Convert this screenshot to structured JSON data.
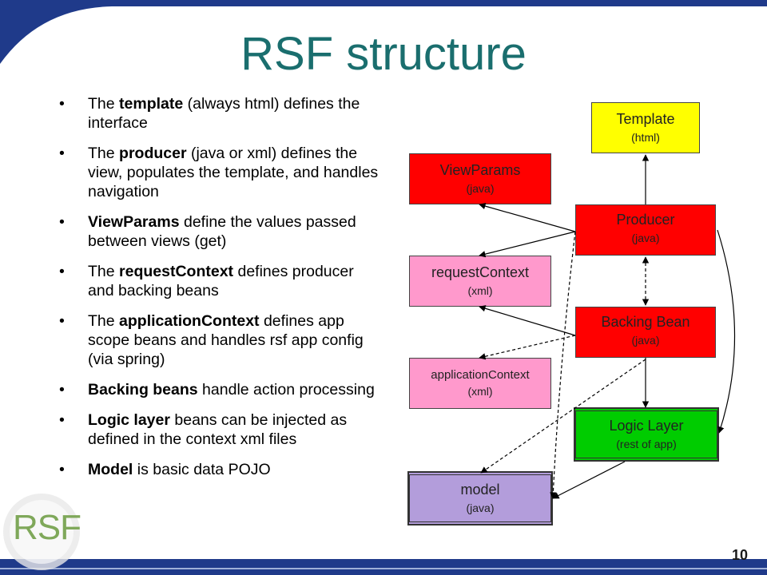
{
  "slide": {
    "title": "RSF structure",
    "page_number": "10",
    "logo_text": "RSF"
  },
  "colors": {
    "frame": "#1f3a8a",
    "title": "#1a6e6e",
    "template": "#ffff00",
    "red": "#ff0000",
    "pink": "#ff99cc",
    "green": "#00cc00",
    "violet": "#b39ddb"
  },
  "bullets": [
    {
      "bold": "",
      "pre": "The ",
      "bold_mid": "template",
      "rest": " (always html) defines the interface"
    },
    {
      "pre": "The ",
      "bold_mid": "producer",
      "rest": " (java or xml) defines the view, populates the template, and handles navigation"
    },
    {
      "pre": "",
      "bold_mid": "ViewParams",
      "rest": " define the values passed between views (get)"
    },
    {
      "pre": "The ",
      "bold_mid": "requestContext",
      "rest": " defines producer and backing beans"
    },
    {
      "pre": "The ",
      "bold_mid": "applicationContext",
      "rest": " defines app scope beans and handles rsf app config (via spring)"
    },
    {
      "pre": "",
      "bold_mid": "Backing beans",
      "rest": " handle action processing"
    },
    {
      "pre": "",
      "bold_mid": "Logic layer",
      "rest": " beans can be injected as defined in the context xml files"
    },
    {
      "pre": "",
      "bold_mid": "Model",
      "rest": " is basic data POJO"
    }
  ],
  "diagram": {
    "template": {
      "title": "Template",
      "sub": "(html)"
    },
    "viewparams": {
      "title": "ViewParams",
      "sub": "(java)"
    },
    "producer": {
      "title": "Producer",
      "sub": "(java)"
    },
    "requestcontext": {
      "title": "requestContext",
      "sub": "(xml)"
    },
    "backingbean": {
      "title": "Backing Bean",
      "sub": "(java)"
    },
    "applicationcontext": {
      "title": "applicationContext",
      "sub": "(xml)"
    },
    "logiclayer": {
      "title": "Logic Layer",
      "sub": "(rest of app)"
    },
    "model": {
      "title": "model",
      "sub": "(java)"
    }
  }
}
